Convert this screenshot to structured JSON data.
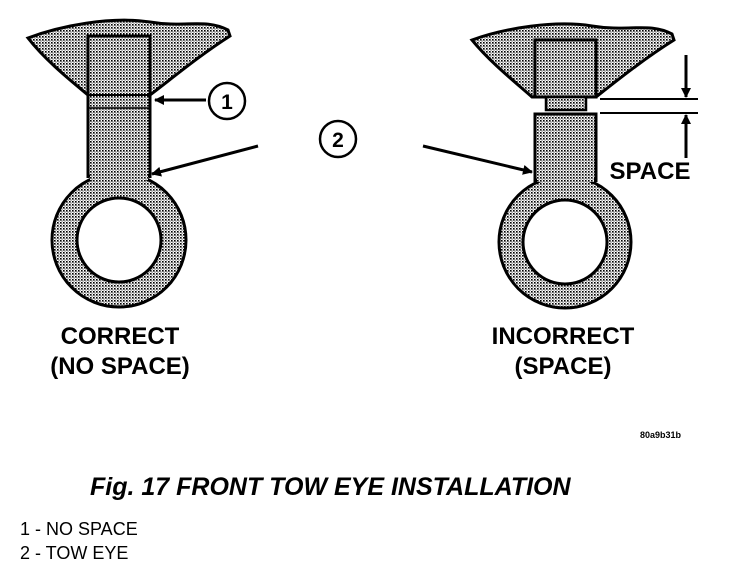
{
  "diagram": {
    "correct_label_line1": "CORRECT",
    "correct_label_line2": "(NO SPACE)",
    "incorrect_label_line1": "INCORRECT",
    "incorrect_label_line2": "(SPACE)",
    "space_label": "SPACE",
    "callout_1": "1",
    "callout_2": "2",
    "figure_code": "80a9b31b"
  },
  "caption": "Fig. 17 FRONT TOW EYE INSTALLATION",
  "legend": [
    "1 - NO SPACE",
    "2 - TOW EYE"
  ],
  "colors": {
    "ink": "#000000",
    "shading": "#9a9a9a",
    "background": "#ffffff"
  }
}
